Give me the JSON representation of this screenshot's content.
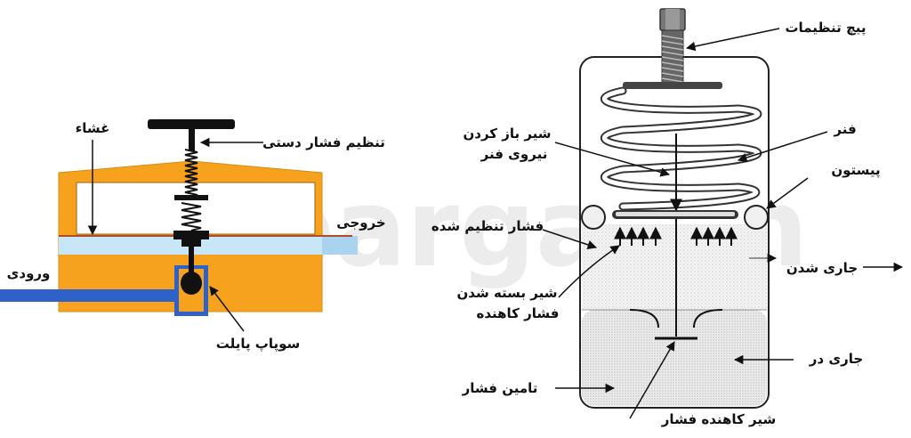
{
  "colors": {
    "body_orange": "#f7a21e",
    "body_dark_orange": "#e8880c",
    "chamber_blue": "#c7e6f7",
    "pipe_blue": "#2f62c8",
    "membrane_red": "#b24a26",
    "line_black": "#111111",
    "watermark_red": "#f4a19a"
  },
  "watermark": {
    "text": "pargaran"
  },
  "left_diagram": {
    "labels": {
      "membrane": "غشاء",
      "manual_adjust": "تنظیم فشار دستی",
      "outlet": "خروجی",
      "inlet": "ورودی",
      "pilot_valve": "سوپاپ پایلت"
    }
  },
  "right_diagram": {
    "labels": {
      "adjust_screw": "پیچ تنظیمات",
      "spring": "فنر",
      "valve_open_line1": "شیر باز کردن",
      "valve_open_line2": "نیروی فنر",
      "piston": "پیستون",
      "regulated_pressure": "فشار تنظیم شده",
      "flow_out": "جاری شدن",
      "valve_closed_line1": "شیر بسته شدن",
      "valve_closed_line2": "فشار کاهنده",
      "flow_in": "جاری در",
      "supply_pressure": "تامین فشار",
      "reducing_valve": "شیر کاهنده فشار"
    }
  }
}
